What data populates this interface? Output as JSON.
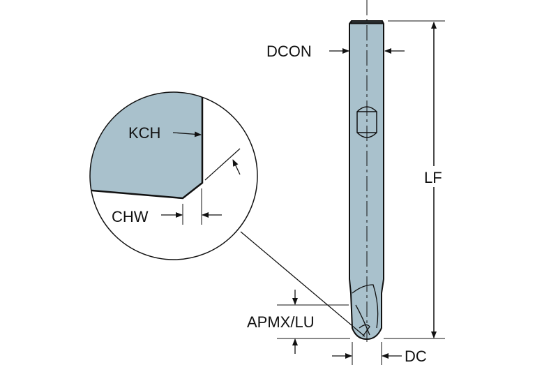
{
  "labels": {
    "dcon": "DCON",
    "lf": "LF",
    "kch": "KCH",
    "chw": "CHW",
    "apmx_lu": "APMX/LU",
    "dc": "DC"
  },
  "colors": {
    "tool_fill": "#a9c1cc",
    "line": "#111111"
  }
}
